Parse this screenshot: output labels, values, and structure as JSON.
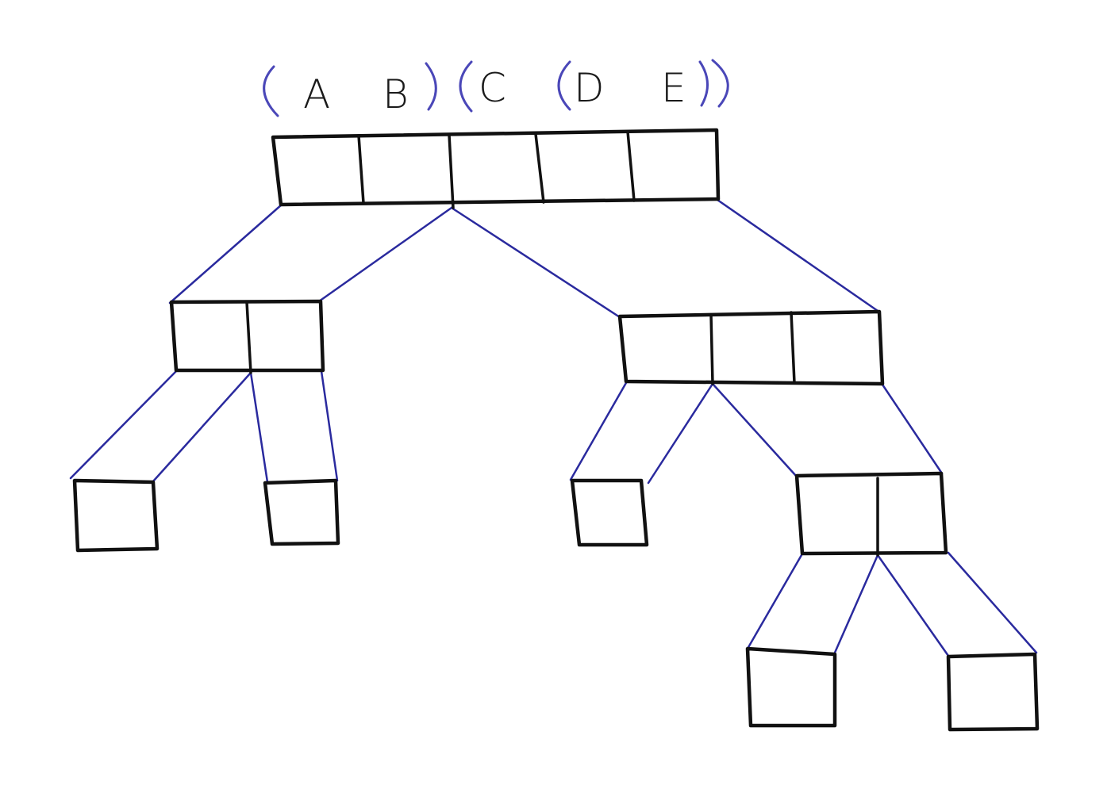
{
  "expression": {
    "tokens": [
      {
        "kind": "paren",
        "text": "("
      },
      {
        "kind": "letter",
        "text": "A"
      },
      {
        "kind": "letter",
        "text": "B"
      },
      {
        "kind": "paren",
        "text": ")"
      },
      {
        "kind": "paren",
        "text": "("
      },
      {
        "kind": "letter",
        "text": "C"
      },
      {
        "kind": "paren",
        "text": "("
      },
      {
        "kind": "letter",
        "text": "D"
      },
      {
        "kind": "letter",
        "text": "E"
      },
      {
        "kind": "paren",
        "text": ")"
      },
      {
        "kind": "paren",
        "text": ")"
      }
    ]
  },
  "colors": {
    "box_stroke": "#111111",
    "edge_stroke": "#2a2a9e",
    "paren_stroke": "#4a47b8",
    "letter_fill": "#1a1a1a"
  },
  "tree": {
    "root": {
      "cells": 5
    },
    "children": [
      {
        "cells": 2,
        "children": [
          {
            "cells": 1
          },
          {
            "cells": 1
          }
        ]
      },
      {
        "cells": 3,
        "children": [
          {
            "cells": 1
          },
          {
            "cells": 2,
            "children": [
              {
                "cells": 1
              },
              {
                "cells": 1
              }
            ]
          }
        ]
      }
    ]
  }
}
